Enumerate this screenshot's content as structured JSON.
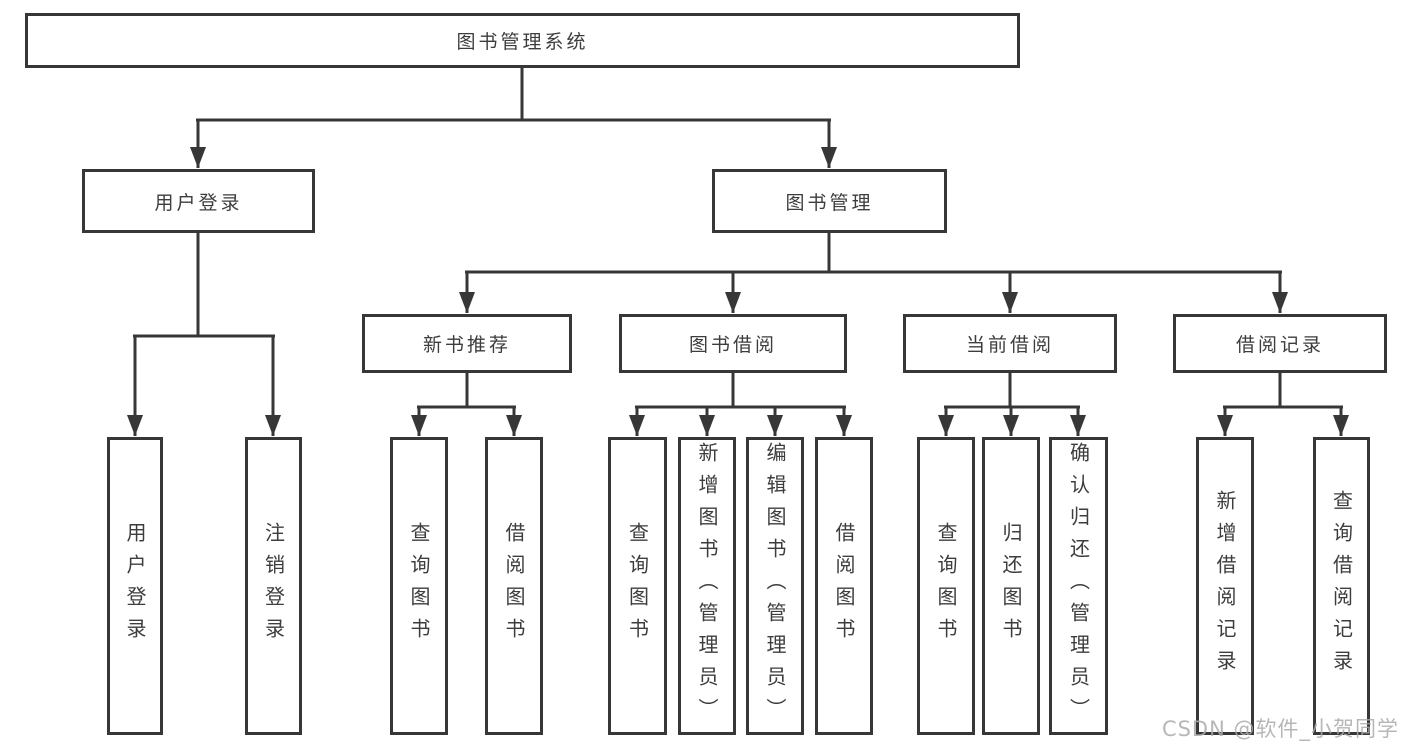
{
  "tree": {
    "root": {
      "label": "图书管理系统"
    },
    "branches": [
      {
        "label": "用户登录",
        "children": [
          {
            "label": "用户登录"
          },
          {
            "label": "注销登录"
          }
        ]
      },
      {
        "label": "图书管理",
        "children": [
          {
            "label": "新书推荐",
            "children": [
              {
                "label": "查询图书"
              },
              {
                "label": "借阅图书"
              }
            ]
          },
          {
            "label": "图书借阅",
            "children": [
              {
                "label": "查询图书"
              },
              {
                "label": "新增图书（管理员）"
              },
              {
                "label": "编辑图书（管理员）"
              },
              {
                "label": "借阅图书"
              }
            ]
          },
          {
            "label": "当前借阅",
            "children": [
              {
                "label": "查询图书"
              },
              {
                "label": "归还图书"
              },
              {
                "label": "确认归还（管理员）"
              }
            ]
          },
          {
            "label": "借阅记录",
            "children": [
              {
                "label": "新增借阅记录"
              },
              {
                "label": "查询借阅记录"
              }
            ]
          }
        ]
      }
    ]
  },
  "watermark": "CSDN @软件_小贺同学",
  "colors": {
    "line": "#373737",
    "text": "#3d3d3d",
    "watermark": "#aaaaaa",
    "background": "#ffffff"
  }
}
